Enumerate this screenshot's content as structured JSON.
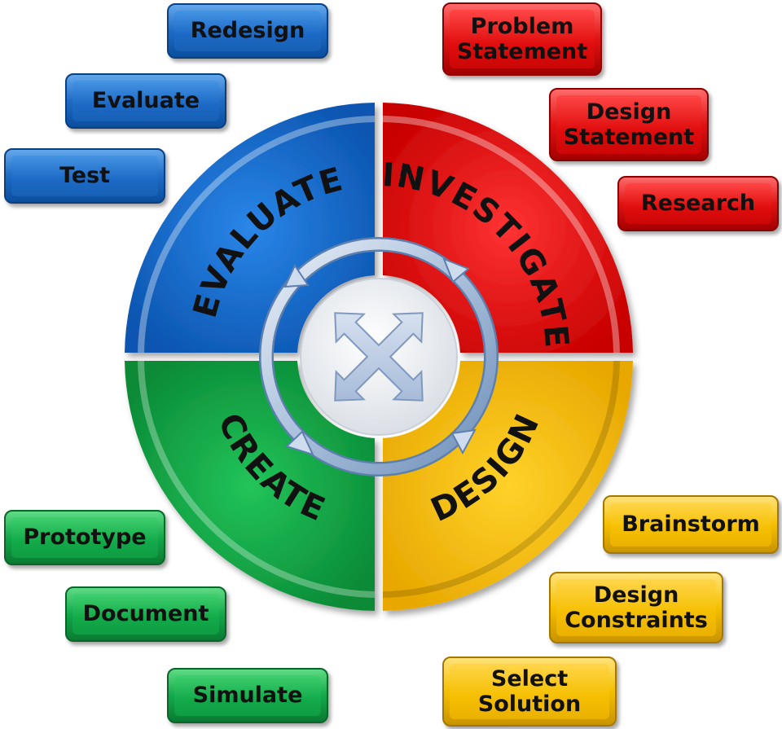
{
  "cycle": {
    "evaluate": {
      "label": "EVALUATE",
      "color": "#1a6fd0"
    },
    "investigate": {
      "label": "INVESTIGATE",
      "color": "#ee1111"
    },
    "design": {
      "label": "DESIGN",
      "color": "#f5c000"
    },
    "create": {
      "label": "CREATE",
      "color": "#12b04c"
    }
  },
  "tags": {
    "evaluate": [
      "Redesign",
      "Evaluate",
      "Test"
    ],
    "investigate": [
      "Problem\nStatement",
      "Design\nStatement",
      "Research"
    ],
    "design": [
      "Brainstorm",
      "Design\nConstraints",
      "Select\nSolution"
    ],
    "create": [
      "Prototype",
      "Document",
      "Simulate"
    ]
  },
  "center_icon": "four-way-arrows-icon",
  "ring_icon": "circular-cycle-arrows-icon"
}
